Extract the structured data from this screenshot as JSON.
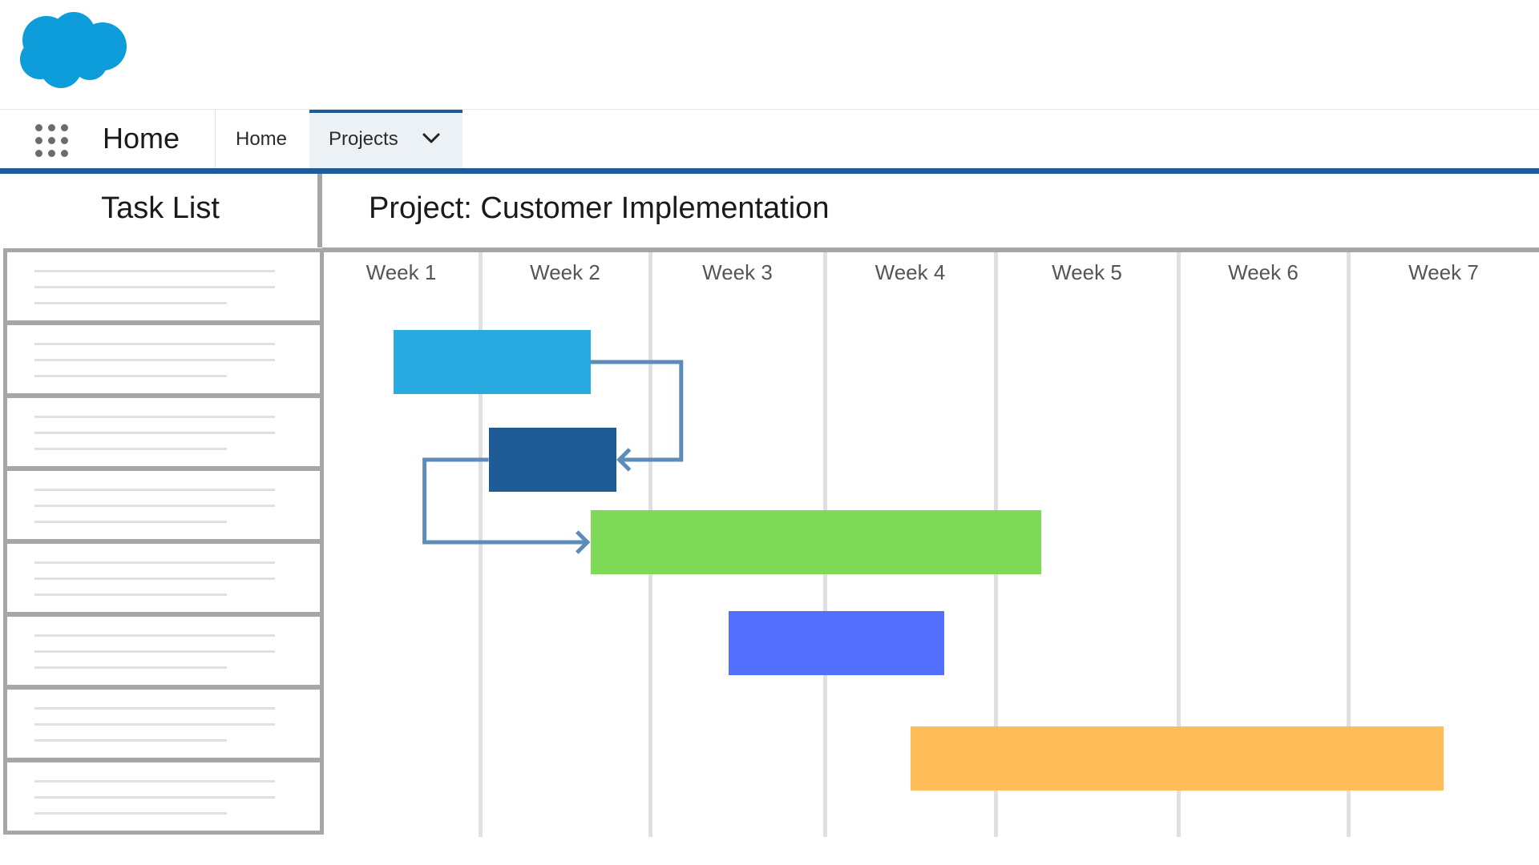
{
  "header": {
    "logo_icon": "cloud-logo-icon",
    "logo_color": "#0d9dda"
  },
  "nav": {
    "launcher_icon": "app-launcher-grid-icon",
    "app_title": "Home",
    "tabs": [
      {
        "label": "Home",
        "active": false
      },
      {
        "label": "Projects",
        "active": true,
        "icon": "chevron-down-icon"
      }
    ],
    "accent_color": "#1f5b95"
  },
  "task_list": {
    "title": "Task List",
    "row_count": 8
  },
  "project": {
    "title": "Project: Customer Implementation"
  },
  "chart_data": {
    "type": "gantt",
    "categories": [
      "Week 1",
      "Week 2",
      "Week 3",
      "Week 4",
      "Week 5",
      "Week 6",
      "Week 7"
    ],
    "tasks": [
      {
        "start": 0.45,
        "end": 1.65,
        "color": "#29abe2"
      },
      {
        "start": 1.05,
        "end": 1.8,
        "color": "#1f5b95"
      },
      {
        "start": 1.65,
        "end": 4.25,
        "color": "#7ed957"
      },
      {
        "start": 2.45,
        "end": 3.7,
        "color": "#526ffe"
      },
      {
        "start": 3.5,
        "end": 6.5,
        "color": "#ffbc59"
      }
    ],
    "dependencies": [
      {
        "from": 0,
        "to": 1
      },
      {
        "from": 1,
        "to": 2
      }
    ],
    "dependency_color": "#5b8db8",
    "grid": true
  }
}
